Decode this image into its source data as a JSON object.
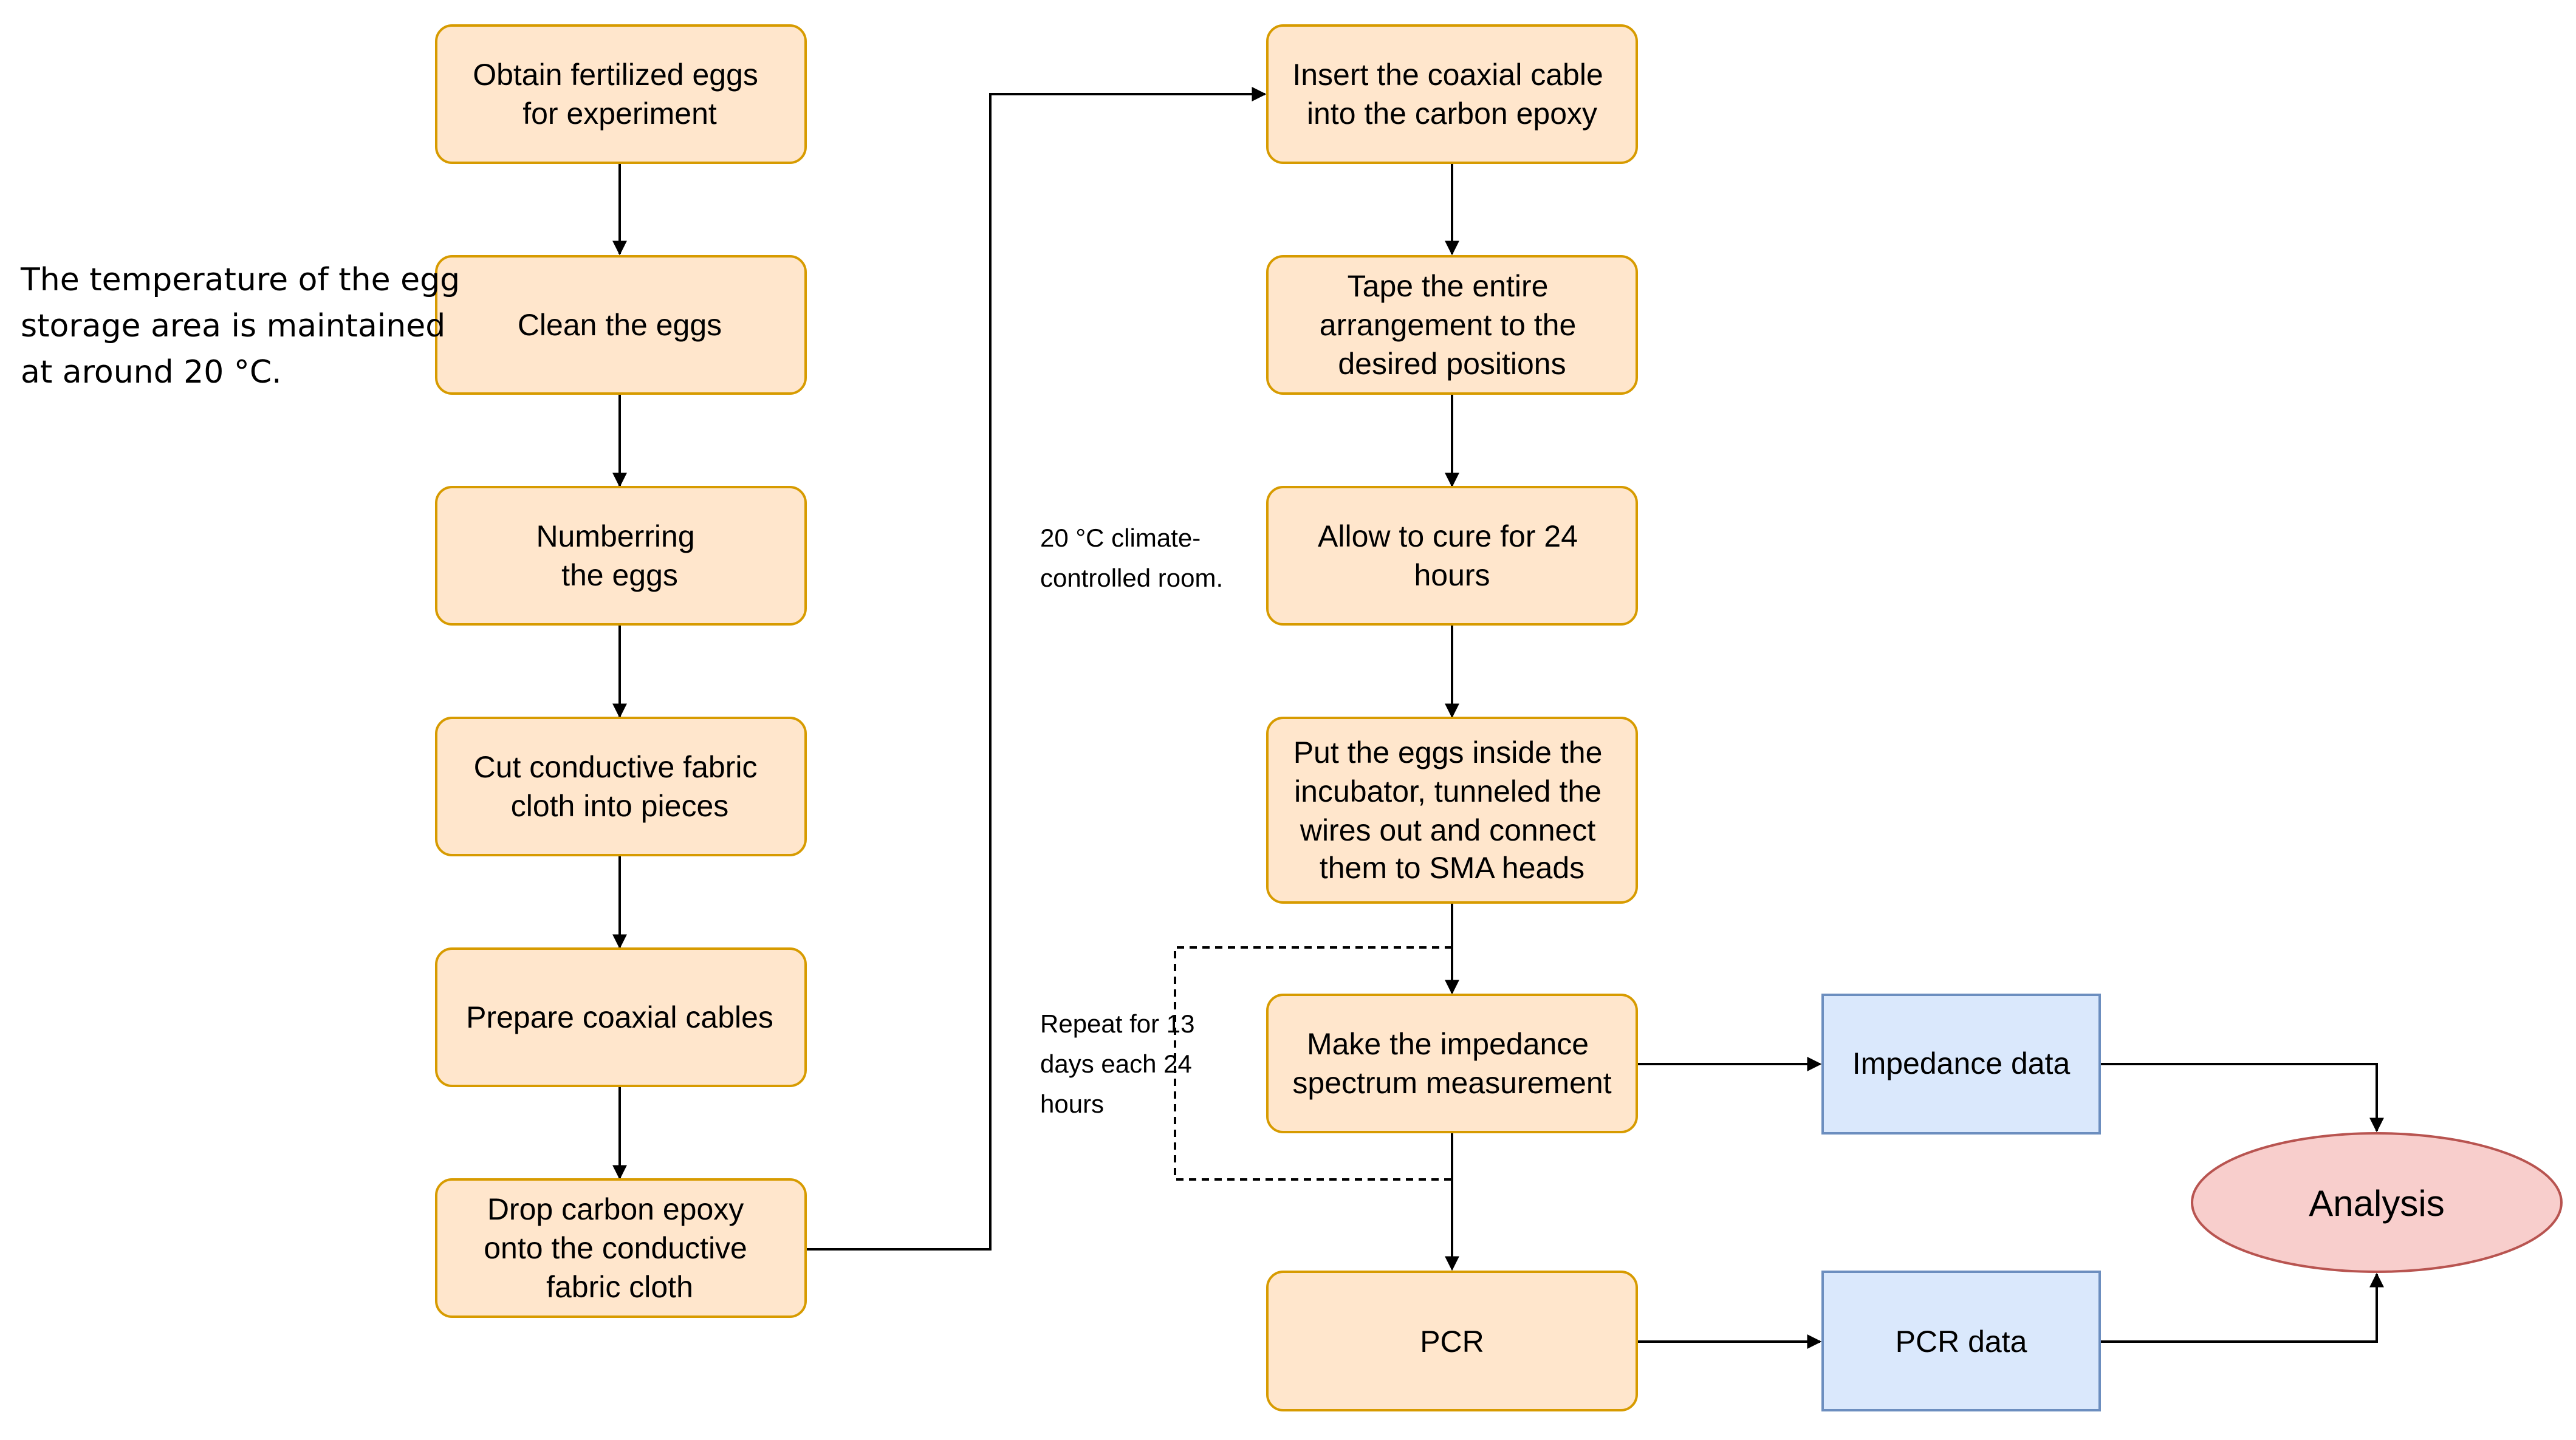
{
  "notes": {
    "storage": [
      "The temperature of the egg",
      "storage area is maintained",
      "at around 20 °C."
    ],
    "climate": [
      "20 °C climate-",
      "controlled room."
    ],
    "repeat": [
      "Repeat for 13",
      "days each 24",
      "hours"
    ]
  },
  "steps_left": [
    [
      "Obtain fertilized eggs",
      "for experiment"
    ],
    [
      "Clean the eggs"
    ],
    [
      "Numberring",
      "the eggs"
    ],
    [
      "Cut conductive fabric",
      "cloth into pieces"
    ],
    [
      "Prepare coaxial cables"
    ],
    [
      "Drop carbon epoxy",
      "onto the conductive",
      "fabric cloth"
    ]
  ],
  "steps_right": [
    [
      "Insert the coaxial cable",
      "into the carbon epoxy"
    ],
    [
      "Tape the entire",
      "arrangement to the",
      "desired positions"
    ],
    [
      "Allow to cure for 24",
      "hours"
    ],
    [
      "Put the eggs inside the",
      "incubator, tunneled the",
      "wires out and connect",
      "them to SMA heads"
    ],
    [
      "Make the impedance",
      "spectrum measurement"
    ],
    [
      "PCR"
    ]
  ],
  "data_nodes": {
    "impedance": "Impedance data",
    "pcr": "PCR data"
  },
  "result": "Analysis",
  "colors": {
    "process_fill": "#ffe6cc",
    "process_stroke": "#d79b00",
    "data_fill": "#dae8fc",
    "data_stroke": "#6c8ebf",
    "result_fill": "#f8cecc",
    "result_stroke": "#b85450",
    "line": "#000000"
  }
}
